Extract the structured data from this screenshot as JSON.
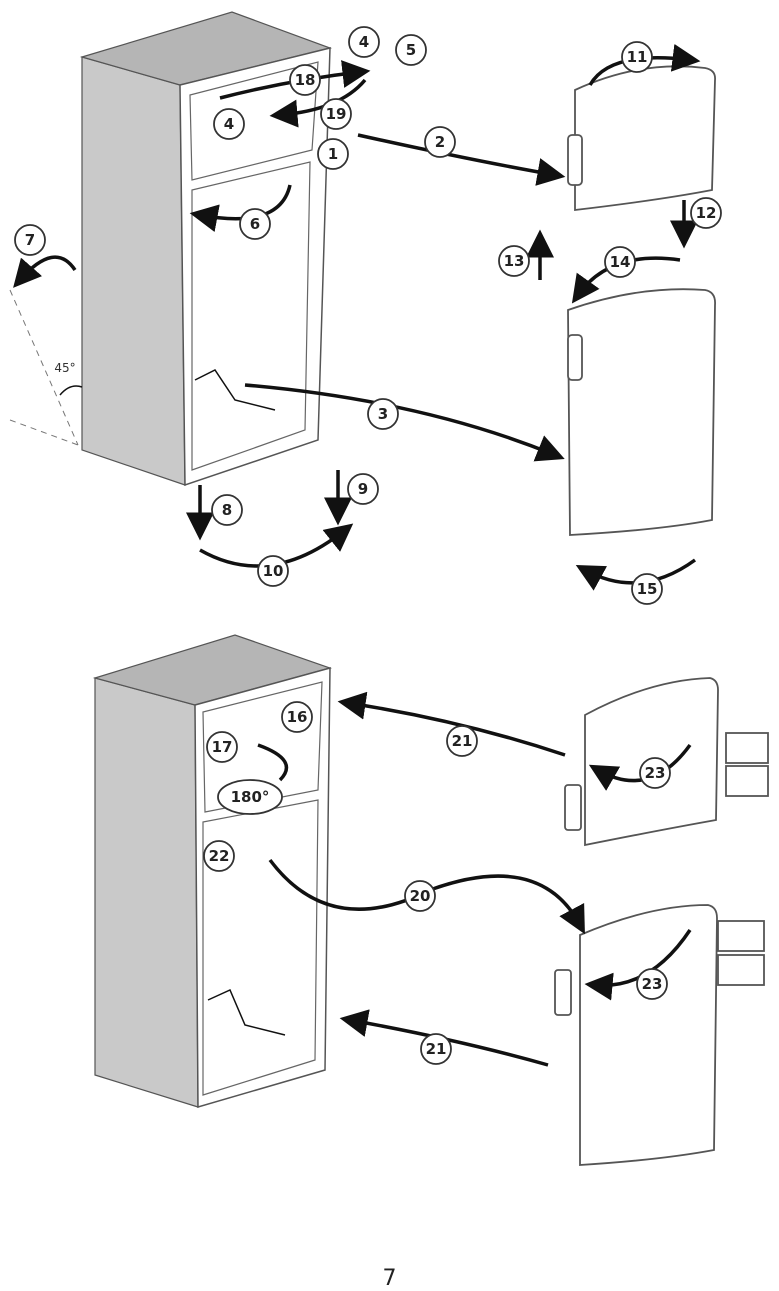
{
  "diagram": {
    "title": "Reversing the door opening direction",
    "steps": [
      "1",
      "2",
      "3",
      "4",
      "4",
      "5",
      "6",
      "7",
      "8",
      "9",
      "10",
      "11",
      "12",
      "13",
      "14",
      "15",
      "16",
      "17",
      "18",
      "19",
      "20",
      "21",
      "21",
      "22",
      "23",
      "23"
    ],
    "angle_tilt": "45°",
    "angle_rotate": "180°"
  },
  "page_number": "7"
}
